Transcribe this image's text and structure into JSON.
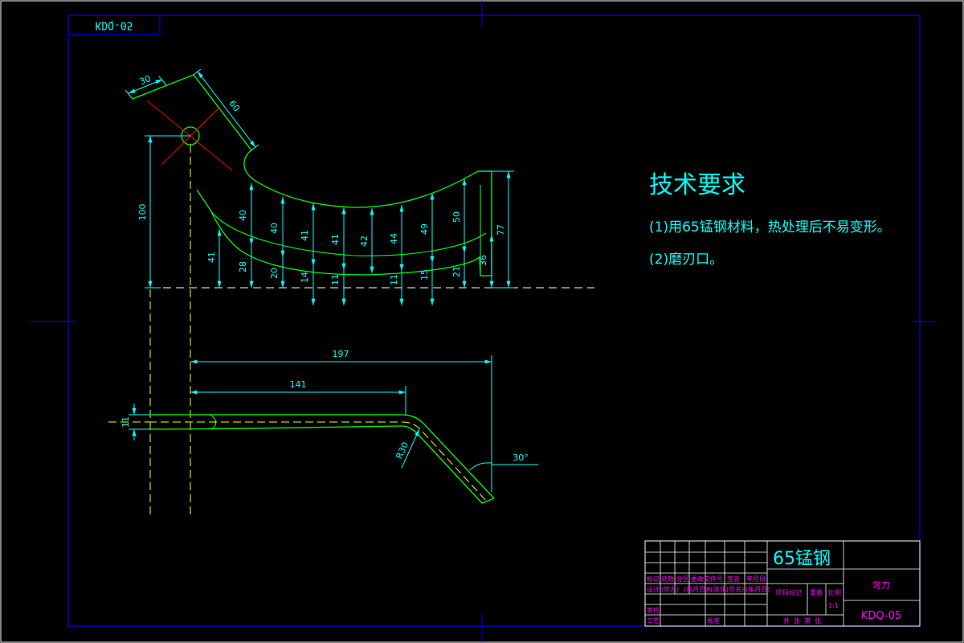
{
  "drawing_code_tag": "KDQ-05",
  "technical_requirements": {
    "title": "技术要求",
    "lines": [
      "(1)用65锰钢材料，热处理后不易变形。",
      "(2)磨刃口。"
    ]
  },
  "top_view_dims": {
    "d30": "30",
    "d60": "60",
    "d100": "100",
    "d77": "77",
    "upper": [
      "40",
      "40",
      "41",
      "41",
      "42",
      "44",
      "49",
      "50"
    ],
    "lower": [
      "41",
      "28",
      "20",
      "14",
      "11",
      "11",
      "15",
      "21",
      "36"
    ]
  },
  "side_view_dims": {
    "d197": "197",
    "d141": "141",
    "d11": "11",
    "r30": "R30",
    "a30": "30°"
  },
  "title_block": {
    "material": "65锰钢",
    "part_name": "弯刀",
    "drawing_code": "KDQ-05",
    "row_labels": [
      "标记",
      "处数",
      "分区",
      "更改文件号",
      "签名",
      "年月日"
    ],
    "design_row": [
      "设计",
      "(签名)",
      "(年月日)",
      "标准化",
      "(签名)",
      "(年月日)"
    ],
    "stage_label": "阶段标记",
    "weight_label": "重量",
    "scale_label": "比例",
    "scale_value": "1:1",
    "review_label": "审核",
    "process_label": "工艺",
    "approve_label": "批准",
    "sheet_text": "共  张  第  张"
  },
  "colors": {
    "background": "#000000",
    "frame": "#0000ff",
    "part": "#00ff00",
    "dimension": "#00ffff",
    "centerline": "#ff0000",
    "hidden": "#ffff00",
    "annotation": "#ff00ff",
    "border": "#ffffff"
  }
}
